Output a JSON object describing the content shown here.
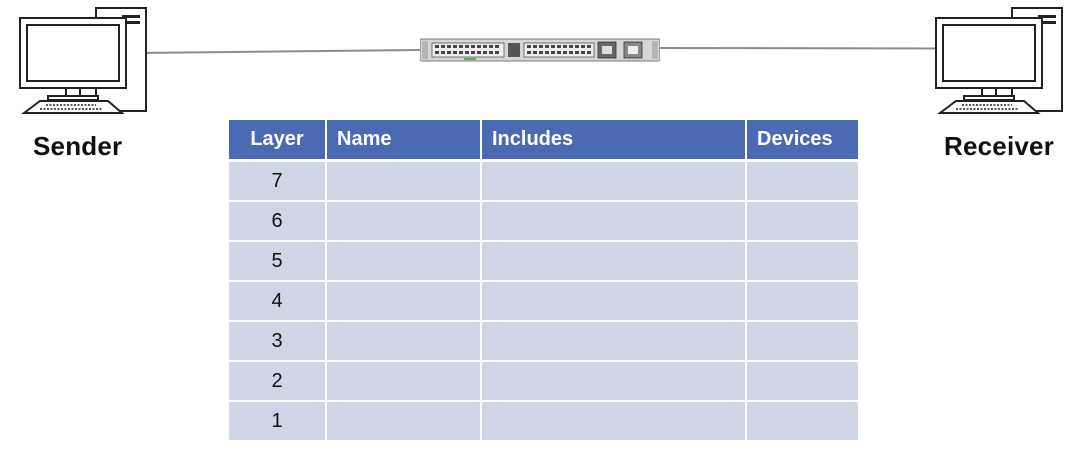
{
  "sender": {
    "label": "Sender"
  },
  "receiver": {
    "label": "Receiver"
  },
  "network": {
    "device_icon": "network-switch-icon",
    "computer_icon": "desktop-computer-icon"
  },
  "table": {
    "headers": {
      "layer": "Layer",
      "name": "Name",
      "includes": "Includes",
      "devices": "Devices"
    },
    "rows": [
      {
        "layer": "7",
        "name": "",
        "includes": "",
        "devices": ""
      },
      {
        "layer": "6",
        "name": "",
        "includes": "",
        "devices": ""
      },
      {
        "layer": "5",
        "name": "",
        "includes": "",
        "devices": ""
      },
      {
        "layer": "4",
        "name": "",
        "includes": "",
        "devices": ""
      },
      {
        "layer": "3",
        "name": "",
        "includes": "",
        "devices": ""
      },
      {
        "layer": "2",
        "name": "",
        "includes": "",
        "devices": ""
      },
      {
        "layer": "1",
        "name": "",
        "includes": "",
        "devices": ""
      }
    ]
  },
  "colors": {
    "header_bg": "#4a6ab3",
    "row_bg": "#d0d5e5",
    "cable": "#8c8c8c"
  }
}
